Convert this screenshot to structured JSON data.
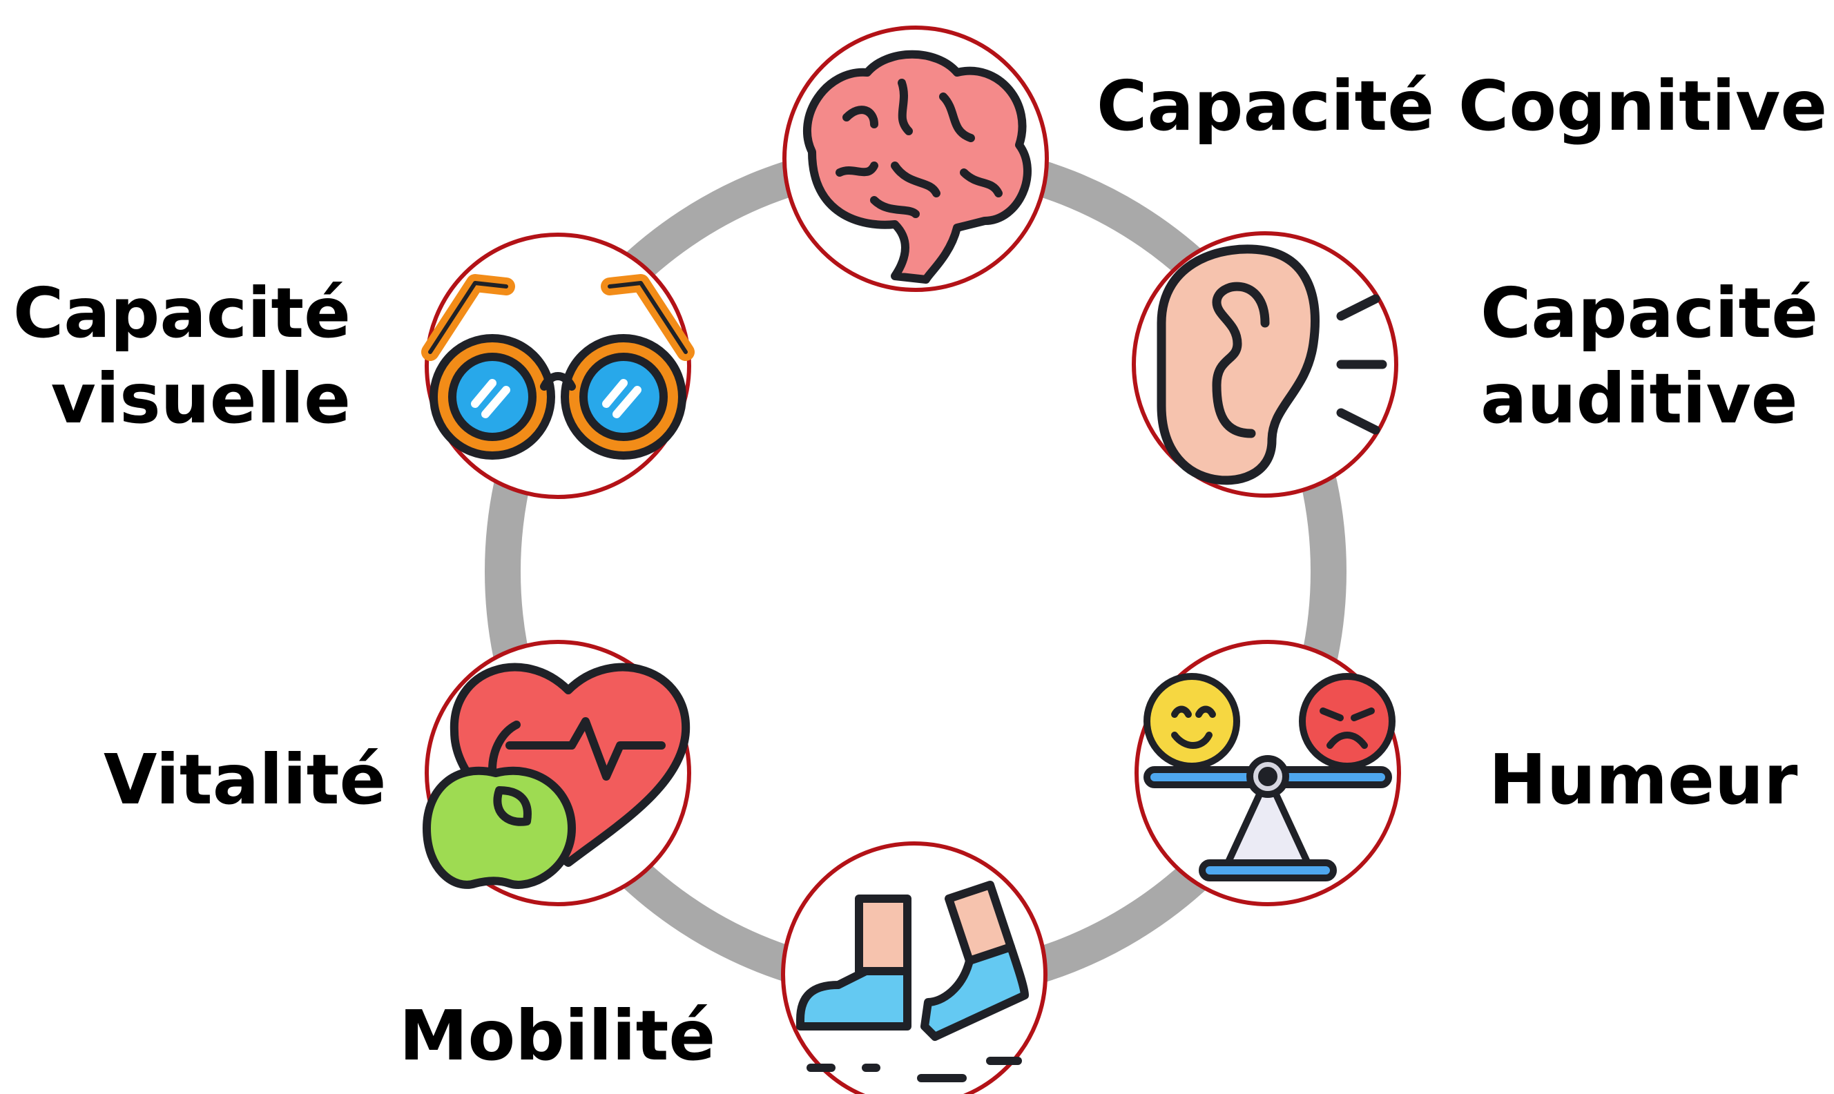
{
  "colors": {
    "ring": "#a9a9a9",
    "badge_border": "#b31217",
    "outline": "#1f2127",
    "brain": "#f48a8a",
    "skin": "#f6c3ae",
    "glasses_frame": "#f28c18",
    "lens": "#28a8ea",
    "heart": "#f25c5c",
    "apple": "#9edb52",
    "shoe": "#64c9f2",
    "happy_face": "#f6d741",
    "sad_face": "#ef5050",
    "scale_bar": "#4ea7ef"
  },
  "capacities": [
    {
      "id": "cognitive",
      "icon": "brain-icon",
      "label": "Capacité Cognitive"
    },
    {
      "id": "auditory",
      "icon": "ear-icon",
      "label": "Capacité auditive"
    },
    {
      "id": "mood",
      "icon": "balance-scale-icon",
      "label": "Humeur"
    },
    {
      "id": "mobility",
      "icon": "walking-shoes-icon",
      "label": "Mobilité"
    },
    {
      "id": "vitality",
      "icon": "heart-apple-icon",
      "label": "Vitalité"
    },
    {
      "id": "visual",
      "icon": "glasses-icon",
      "label": "Capacité visuelle"
    }
  ]
}
